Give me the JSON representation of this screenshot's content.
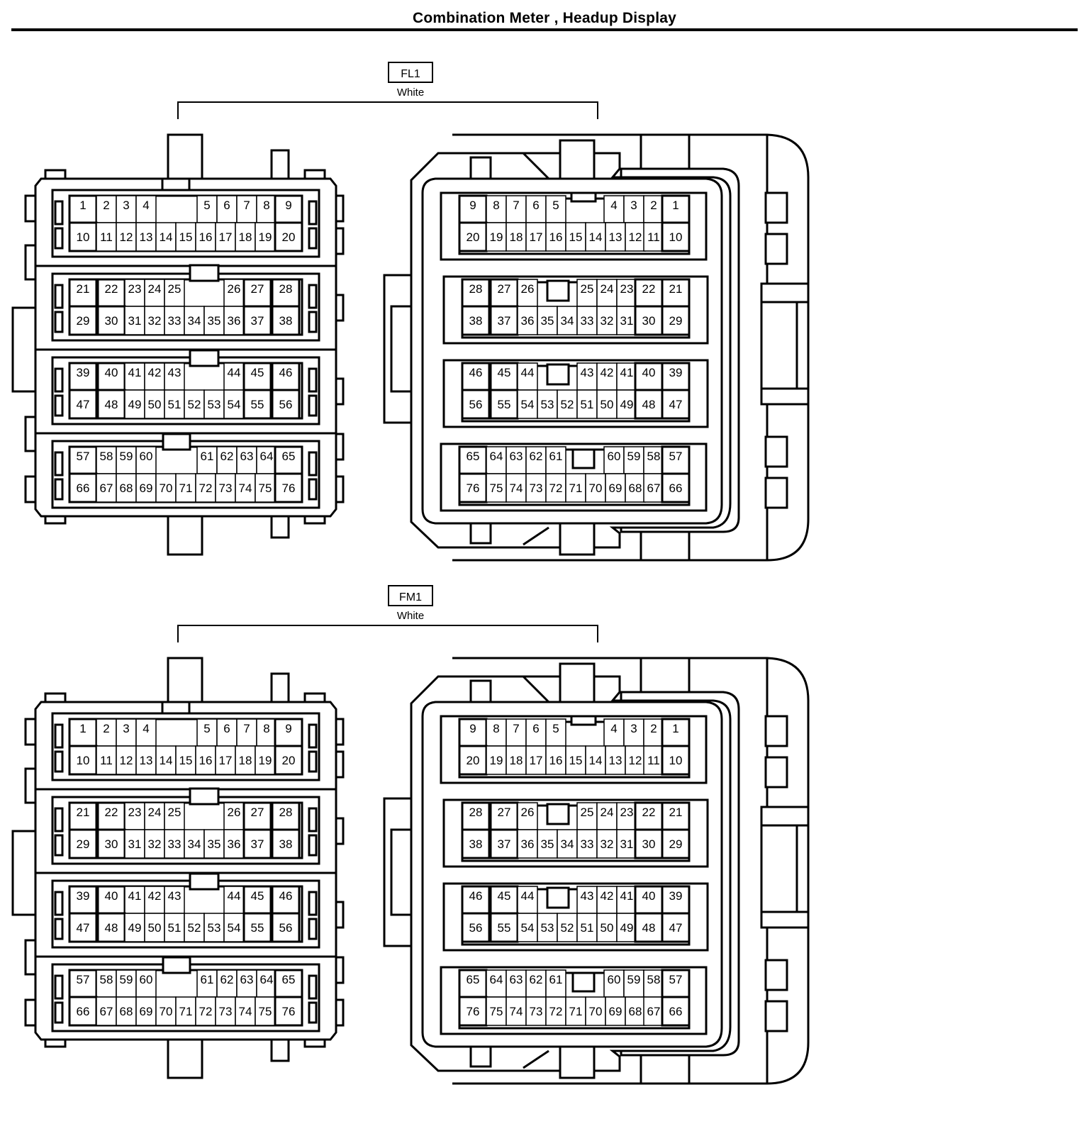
{
  "page_title": "Combination Meter , Headup Display",
  "connectors": [
    {
      "code": "FL1",
      "color": "White"
    },
    {
      "code": "FM1",
      "color": "White"
    }
  ],
  "terminal_rows": {
    "female_view": [
      {
        "top": [
          "1",
          "2",
          "3",
          "4",
          "5",
          "6",
          "7",
          "8",
          "9"
        ],
        "bottom": [
          "10",
          "11",
          "12",
          "13",
          "14",
          "15",
          "16",
          "17",
          "18",
          "19",
          "20"
        ]
      },
      {
        "top": [
          "21",
          "22",
          "23",
          "24",
          "25",
          "26",
          "27",
          "28"
        ],
        "bottom": [
          "29",
          "30",
          "31",
          "32",
          "33",
          "34",
          "35",
          "36",
          "37",
          "38"
        ]
      },
      {
        "top": [
          "39",
          "40",
          "41",
          "42",
          "43",
          "44",
          "45",
          "46"
        ],
        "bottom": [
          "47",
          "48",
          "49",
          "50",
          "51",
          "52",
          "53",
          "54",
          "55",
          "56"
        ]
      },
      {
        "top": [
          "57",
          "58",
          "59",
          "60",
          "61",
          "62",
          "63",
          "64",
          "65"
        ],
        "bottom": [
          "66",
          "67",
          "68",
          "69",
          "70",
          "71",
          "72",
          "73",
          "74",
          "75",
          "76"
        ]
      }
    ],
    "male_view": [
      {
        "top": [
          "9",
          "8",
          "7",
          "6",
          "5",
          "4",
          "3",
          "2",
          "1"
        ],
        "bottom": [
          "20",
          "19",
          "18",
          "17",
          "16",
          "15",
          "14",
          "13",
          "12",
          "11",
          "10"
        ]
      },
      {
        "top": [
          "28",
          "27",
          "26",
          "25",
          "24",
          "23",
          "22",
          "21"
        ],
        "bottom": [
          "38",
          "37",
          "36",
          "35",
          "34",
          "33",
          "32",
          "31",
          "30",
          "29"
        ]
      },
      {
        "top": [
          "46",
          "45",
          "44",
          "43",
          "42",
          "41",
          "40",
          "39"
        ],
        "bottom": [
          "56",
          "55",
          "54",
          "53",
          "52",
          "51",
          "50",
          "49",
          "48",
          "47"
        ]
      },
      {
        "top": [
          "65",
          "64",
          "63",
          "62",
          "61",
          "60",
          "59",
          "58",
          "57"
        ],
        "bottom": [
          "76",
          "75",
          "74",
          "73",
          "72",
          "71",
          "70",
          "69",
          "68",
          "67",
          "66"
        ]
      }
    ]
  }
}
